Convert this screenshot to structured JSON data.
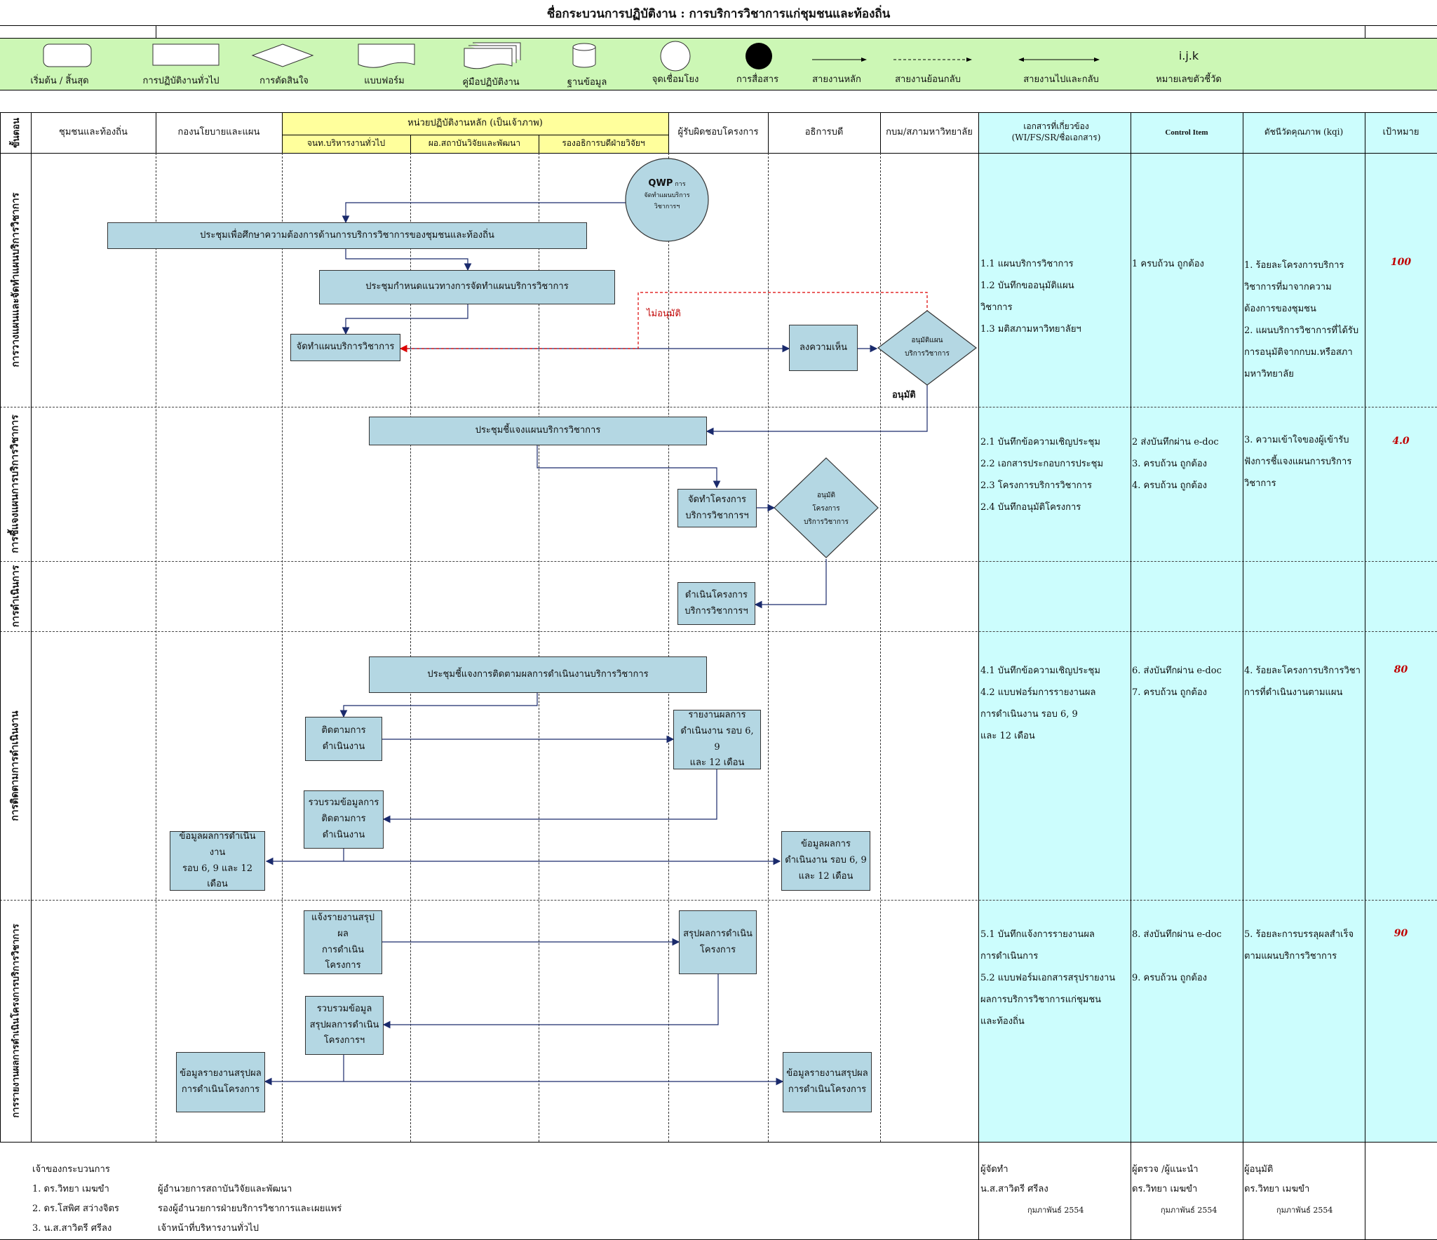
{
  "title": "ชื่อกระบวนการปฏิบัติงาน : การบริการวิชาการแก่ชุมชนและท้องถิ่น",
  "colors": {
    "legend_bg": "#ccf7b5",
    "doc_bg": "#ccfdfd",
    "process_fill": "#b4d7e3",
    "header_yellow": "#ffff9c",
    "red": "#c00000"
  },
  "legend": [
    {
      "icon": "rounded-rect",
      "label": "เริ่มต้น / สิ้นสุด"
    },
    {
      "icon": "rectangle",
      "label": "การปฏิบัติงานทั่วไป"
    },
    {
      "icon": "diamond",
      "label": "การตัดสินใจ"
    },
    {
      "icon": "document",
      "label": "แบบฟอร์ม"
    },
    {
      "icon": "multi-document",
      "label": "คู่มือปฏิบัติงาน"
    },
    {
      "icon": "cylinder",
      "label": "ฐานข้อมูล"
    },
    {
      "icon": "circle",
      "label": "จุดเชื่อมโยง"
    },
    {
      "icon": "filled-circle",
      "label": "การสื่อสาร"
    },
    {
      "icon": "arrow",
      "label": "สายงานหลัก"
    },
    {
      "icon": "dashed-arrow",
      "label": "สายงานย้อนกลับ"
    },
    {
      "icon": "double-arrow",
      "label": "สายงานไปและกลับ"
    },
    {
      "icon": "ijk",
      "label": "หมายเลขตัวชี้วัด",
      "symbol": "i.j.k"
    }
  ],
  "header": {
    "step": "ขั้นตอน",
    "lanes": [
      "ชุมชนและท้องถิ่น",
      "กองนโยบายและแผน"
    ],
    "main_unit": "หน่วยปฏิบัติงานหลัก (เป็นเจ้าภาพ)",
    "sub_lanes": [
      "จนท.บริหารงานทั่วไป",
      "ผอ.สถาบันวิจัยและพัฒนา",
      "รองอธิการบดีฝ่ายวิจัยฯ"
    ],
    "lanes2": [
      "ผู้รับผิดชอบโครงการ",
      "อธิการบดี",
      "กบม/สภามหาวิทยาลัย"
    ],
    "docs": "เอกสารที่เกี่ยวข้อง (WI/FS/SR/ชื่อเอกสาร)",
    "control": "Control Item",
    "kqi": "ดัชนีวัดคุณภาพ (kqi)",
    "target": "เป้าหมาย"
  },
  "stages": [
    "การวางแผนและจัดทำแผนบริการวิชาการ",
    "การชี้แจงแผนการบริการวิชาการ",
    "การดำเนินการ",
    "การติดตามการดำเนินงาน",
    "การรายงานผลการดำเนินโครงการบริการวิชาการ"
  ],
  "flow": {
    "qwp": {
      "title": "QWP",
      "l1": "การ",
      "l2": "จัดทำแผนบริการ",
      "l3": "วิชาการฯ"
    },
    "s1_meet": "ประชุมเพื่อศึกษาความต้องการด้านการบริการวิชาการของชุมชนและท้องถิ่น",
    "s1_guide": "ประชุมกำหนดแนวทางการจัดทำแผนบริการวิชาการ",
    "s1_make": "จัดทำแผนบริการวิชาการ",
    "s1_sign": "ลงความเห็น",
    "s1_approve": [
      "อนุมัติแผน",
      "บริการวิชาการ"
    ],
    "s1_reject": "ไม่อนุมัติ",
    "s1_ok": "อนุมัติ",
    "s2_meet": "ประชุมชี้แจงแผนบริการวิชาการ",
    "s2_proj": [
      "จัดทำโครงการ",
      "บริการวิชาการฯ"
    ],
    "s2_approve": [
      "อนุมัติ",
      "โครงการ",
      "บริการวิชาการ"
    ],
    "s3_exec": [
      "ดำเนินโครงการ",
      "บริการวิชาการฯ"
    ],
    "s4_meet": "ประชุมชี้แจงการติดตามผลการดำเนินงานบริการวิชาการ",
    "s4_follow": [
      "ติดตามการ",
      "ดำเนินงาน"
    ],
    "s4_report": [
      "รายงานผลการ",
      "ดำเนินงาน รอบ 6, 9",
      "และ 12 เดือน"
    ],
    "s4_collect": [
      "รวบรวมข้อมูลการ",
      "ติดตามการ",
      "ดำเนินงาน"
    ],
    "s4_data_left": [
      "ข้อมูลผลการดำเนินงาน",
      "รอบ 6, 9 และ 12",
      "เดือน"
    ],
    "s4_data_right": [
      "ข้อมูลผลการ",
      "ดำเนินงาน รอบ 6, 9",
      "และ 12 เดือน"
    ],
    "s5_notify": [
      "แจ้งรายงานสรุปผล",
      "การดำเนินโครงการ"
    ],
    "s5_summary": [
      "สรุปผลการดำเนิน",
      "โครงการ"
    ],
    "s5_collect": [
      "รวบรวมข้อมูล",
      "สรุปผลการดำเนิน",
      "โครงการฯ"
    ],
    "s5_data_left": [
      "ข้อมูลรายงานสรุปผล",
      "การดำเนินโครงการ"
    ],
    "s5_data_right": [
      "ข้อมูลรายงานสรุปผล",
      "การดำเนินโครงการ"
    ]
  },
  "rows": [
    {
      "docs": [
        "1.1 แผนบริการวิชาการ",
        "1.2 บันทึกขออนุมัติแผน",
        "      วิชาการ",
        "1.3 มติสภามหาวิทยาลัยฯ"
      ],
      "controls": [
        "1 ครบถ้วน ถูกต้อง"
      ],
      "kqi": [
        "1. ร้อยละโครงการบริการ",
        "วิชาการที่มาจากความ",
        "ต้องการของชุมชน",
        "2. แผนบริการวิชาการที่ได้รับ",
        "การอนุมัติจากกบม.หรือสภา",
        "มหาวิทยาลัย"
      ],
      "target": "100"
    },
    {
      "docs": [
        "2.1 บันทึกข้อความเชิญประชุม",
        "2.2 เอกสารประกอบการประชุม",
        "2.3 โครงการบริการวิชาการ",
        "2.4 บันทึกอนุมัติโครงการ"
      ],
      "controls": [
        "2 ส่งบันทึกผ่าน e-doc",
        "3. ครบถ้วน ถูกต้อง",
        "4. ครบถ้วน ถูกต้อง"
      ],
      "kqi": [
        "3. ความเข้าใจของผู้เข้ารับ",
        "ฟังการชี้แจงแผนการบริการ",
        "วิชาการ"
      ],
      "target": "4.0"
    },
    {
      "docs": [
        "4.1 บันทึกข้อความเชิญประชุม",
        "4.2 แบบฟอร์มการรายงานผล",
        "      การดำเนินงาน รอบ 6, 9",
        "      และ 12 เดือน"
      ],
      "controls": [
        "6. ส่งบันทึกผ่าน e-doc",
        "7. ครบถ้วน ถูกต้อง"
      ],
      "kqi": [
        "4. ร้อยละโครงการบริการวิชา",
        "การที่ดำเนินงานตามแผน"
      ],
      "target": "80"
    },
    {
      "docs": [
        "5.1 บันทึกแจ้งการรายงานผล",
        "      การดำเนินการ",
        "5.2 แบบฟอร์มเอกสารสรุปรายงาน",
        "      ผลการบริการวิชาการแก่ชุมชน",
        "      และท้องถิ่น"
      ],
      "controls": [
        "8. ส่งบันทึกผ่าน e-doc",
        "",
        "9. ครบถ้วน ถูกต้อง"
      ],
      "kqi": [
        "5. ร้อยละการบรรลุผลสำเร็จ",
        "ตามแผนบริการวิชาการ"
      ],
      "target": "90"
    }
  ],
  "footer": {
    "owners_title": "เจ้าของกระบวนการ",
    "owners": [
      {
        "name": "1. ดร.วิทยา เมฆขำ",
        "role": "ผู้อำนวยการสถาบันวิจัยและพัฒนา"
      },
      {
        "name": "2. ดร.โสพิศ สว่างจิตร",
        "role": "รองผู้อำนวยการฝ่ายบริการวิชาการและเผยแพร่"
      },
      {
        "name": "3. น.ส.สาวิตรี ศรีลง",
        "role": "เจ้าหน้าที่บริหารงานทั่วไป"
      }
    ],
    "signers": [
      {
        "role": "ผู้จัดทำ",
        "name": "น.ส.สาวิตรี ศรีลง",
        "date": "กุมภาพันธ์ 2554"
      },
      {
        "role": "ผู้ตรวจ /ผู้แนะนำ",
        "name": "ดร.วิทยา เมฆขำ",
        "date": "กุมภาพันธ์ 2554"
      },
      {
        "role": "ผู้อนุมัติ",
        "name": "ดร.วิทยา เมฆขำ",
        "date": "กุมภาพันธ์ 2554"
      }
    ]
  }
}
